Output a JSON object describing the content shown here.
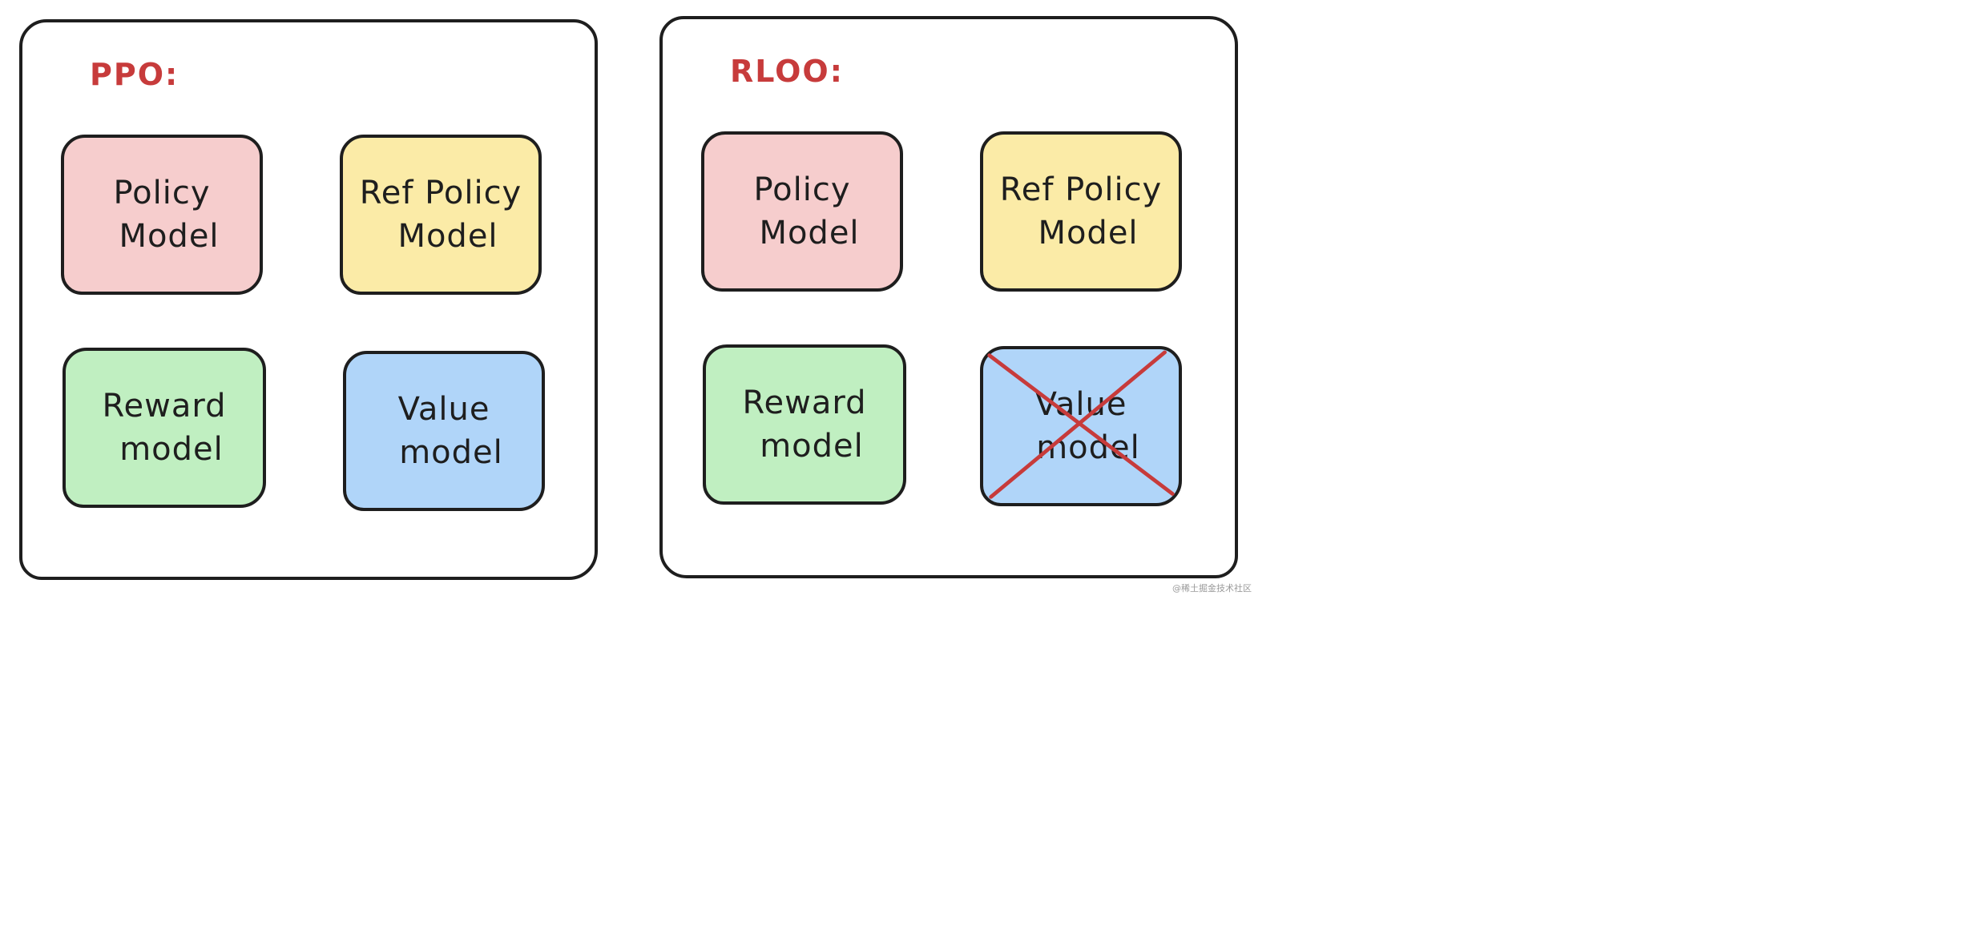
{
  "panels": {
    "ppo": {
      "title": "PPO:",
      "boxes": {
        "policy": {
          "line1": "Policy",
          "line2": "Model"
        },
        "ref_policy": {
          "line1": "Ref Policy",
          "line2": "Model"
        },
        "reward": {
          "line1": "Reward",
          "line2": "model"
        },
        "value": {
          "line1": "Value",
          "line2": "model"
        }
      }
    },
    "rloo": {
      "title": "RLOO:",
      "boxes": {
        "policy": {
          "line1": "Policy",
          "line2": "Model"
        },
        "ref_policy": {
          "line1": "Ref Policy",
          "line2": "Model"
        },
        "reward": {
          "line1": "Reward",
          "line2": "model"
        },
        "value": {
          "line1": "Value",
          "line2": "model",
          "crossed_out": true
        }
      }
    }
  },
  "colors": {
    "title": "#c73b3b",
    "stroke": "#1e1e1e",
    "policy_fill": "#f6cdcd",
    "ref_policy_fill": "#fbeba7",
    "reward_fill": "#c0efc1",
    "value_fill": "#b0d5f9",
    "cross": "#c73b3b"
  },
  "watermark": "@稀土掘金技术社区"
}
